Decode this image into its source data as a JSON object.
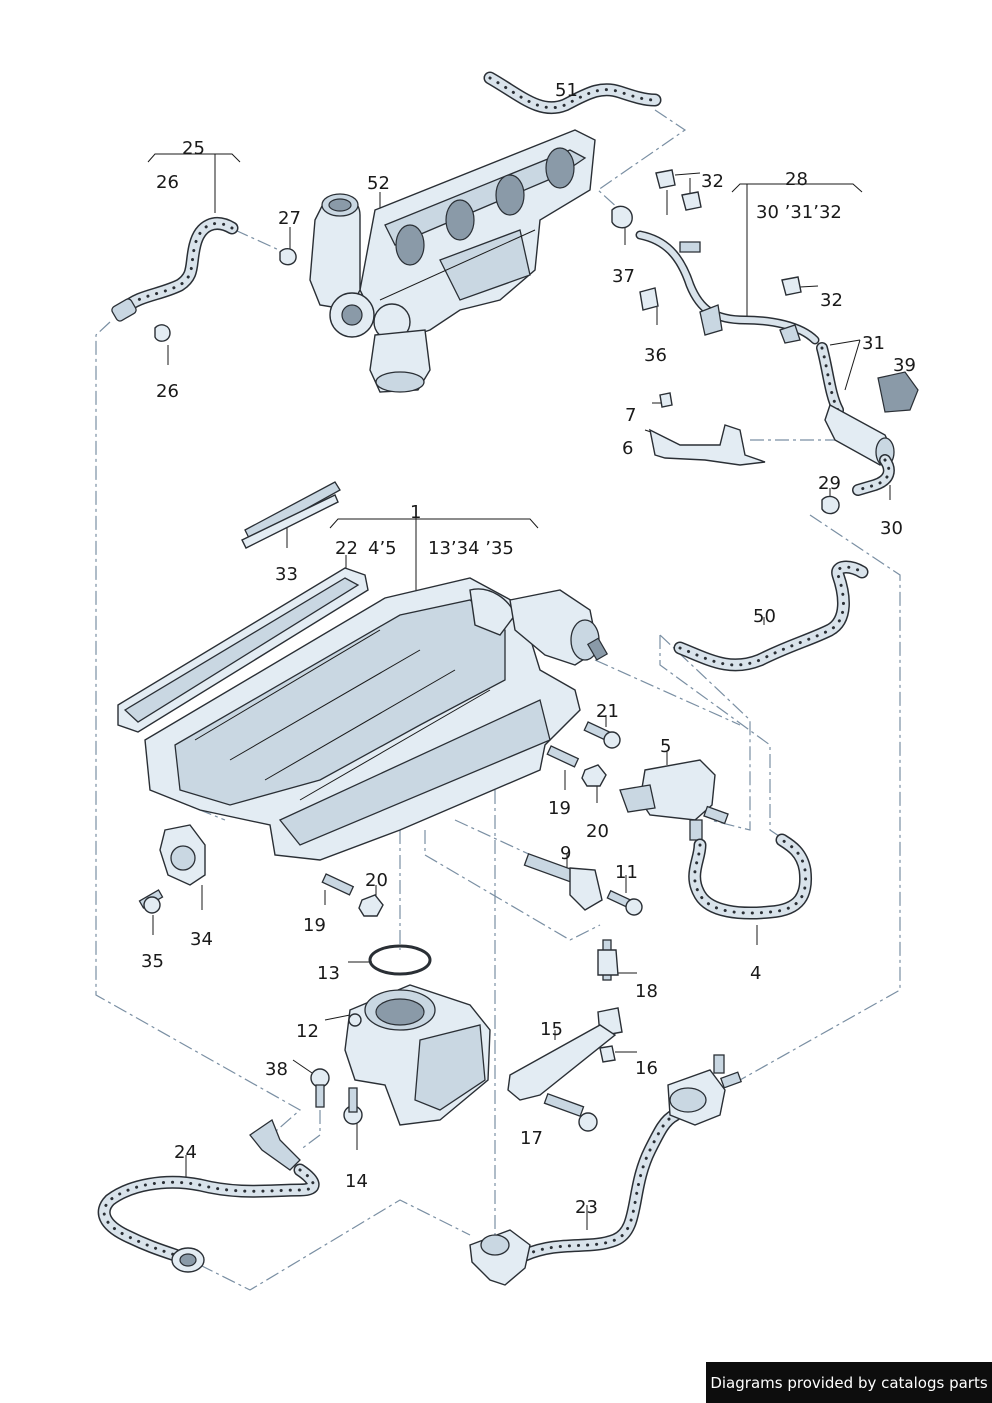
{
  "labels": {
    "l51": "51",
    "l25": "25",
    "l26a": "26",
    "l52": "52",
    "l27": "27",
    "l32a": "32",
    "l28": "28",
    "l30_31_32": "30 ’31’32",
    "l37": "37",
    "l32b": "32",
    "l36": "36",
    "l26b": "26",
    "l31": "31",
    "l39": "39",
    "l7": "7",
    "l6": "6",
    "l29": "29",
    "l30": "30",
    "l33": "33",
    "l1": "1",
    "l22": "22",
    "l4_5": "4’5",
    "l13_34_35": "13’34 ’35",
    "l50": "50",
    "l21": "21",
    "l5": "5",
    "l19a": "19",
    "l20a": "20",
    "l9": "9",
    "l11": "11",
    "l20b": "20",
    "l19b": "19",
    "l34": "34",
    "l35": "35",
    "l4": "4",
    "l13": "13",
    "l18": "18",
    "l12": "12",
    "l15": "15",
    "l16": "16",
    "l38": "38",
    "l17": "17",
    "l24": "24",
    "l14": "14",
    "l23": "23"
  },
  "credit": "Diagrams provided by catalogs parts"
}
